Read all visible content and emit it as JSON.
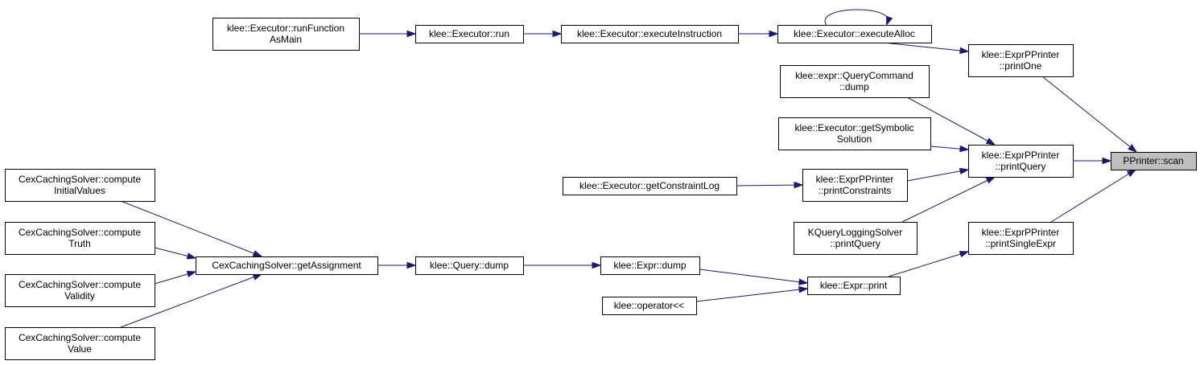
{
  "colors": {
    "edge": "#191970",
    "node_fill": "#ffffff",
    "node_stroke": "#000000",
    "highlight_fill": "#bfbfbf"
  },
  "nodes": [
    {
      "id": "runFunctionAsMain",
      "lines": [
        "klee::Executor::runFunction",
        "AsMain"
      ]
    },
    {
      "id": "run",
      "lines": [
        "klee::Executor::run"
      ]
    },
    {
      "id": "executeInstruction",
      "lines": [
        "klee::Executor::executeInstruction"
      ]
    },
    {
      "id": "executeAlloc",
      "lines": [
        "klee::Executor::executeAlloc"
      ]
    },
    {
      "id": "printOne",
      "lines": [
        "klee::ExprPPrinter",
        "::printOne"
      ]
    },
    {
      "id": "queryCommandDump",
      "lines": [
        "klee::expr::QueryCommand",
        "::dump"
      ]
    },
    {
      "id": "getSymbolicSolution",
      "lines": [
        "klee::Executor::getSymbolic",
        "Solution"
      ]
    },
    {
      "id": "printQuery",
      "lines": [
        "klee::ExprPPrinter",
        "::printQuery"
      ]
    },
    {
      "id": "scan",
      "lines": [
        "PPrinter::scan"
      ],
      "highlight": true
    },
    {
      "id": "getConstraintLog",
      "lines": [
        "klee::Executor::getConstraintLog"
      ]
    },
    {
      "id": "printConstraints",
      "lines": [
        "klee::ExprPPrinter",
        "::printConstraints"
      ]
    },
    {
      "id": "kqueryPrintQuery",
      "lines": [
        "KQueryLoggingSolver",
        "::printQuery"
      ]
    },
    {
      "id": "printSingleExpr",
      "lines": [
        "klee::ExprPPrinter",
        "::printSingleExpr"
      ]
    },
    {
      "id": "computeInitialValues",
      "lines": [
        "CexCachingSolver::compute",
        "InitialValues"
      ]
    },
    {
      "id": "computeTruth",
      "lines": [
        "CexCachingSolver::compute",
        "Truth"
      ]
    },
    {
      "id": "computeValidity",
      "lines": [
        "CexCachingSolver::compute",
        "Validity"
      ]
    },
    {
      "id": "computeValue",
      "lines": [
        "CexCachingSolver::compute",
        "Value"
      ]
    },
    {
      "id": "getAssignment",
      "lines": [
        "CexCachingSolver::getAssignment"
      ]
    },
    {
      "id": "queryDump",
      "lines": [
        "klee::Query::dump"
      ]
    },
    {
      "id": "exprDump",
      "lines": [
        "klee::Expr::dump"
      ]
    },
    {
      "id": "exprPrint",
      "lines": [
        "klee::Expr::print"
      ]
    },
    {
      "id": "operatorLtLt",
      "lines": [
        "klee::operator<<"
      ]
    }
  ],
  "edges": [
    {
      "from": "runFunctionAsMain",
      "to": "run"
    },
    {
      "from": "run",
      "to": "executeInstruction"
    },
    {
      "from": "executeInstruction",
      "to": "executeAlloc"
    },
    {
      "from": "executeAlloc",
      "to": "executeAlloc"
    },
    {
      "from": "executeAlloc",
      "to": "printOne"
    },
    {
      "from": "printOne",
      "to": "scan"
    },
    {
      "from": "queryCommandDump",
      "to": "printQuery"
    },
    {
      "from": "getSymbolicSolution",
      "to": "printQuery"
    },
    {
      "from": "printConstraints",
      "to": "printQuery"
    },
    {
      "from": "kqueryPrintQuery",
      "to": "printQuery"
    },
    {
      "from": "printQuery",
      "to": "scan"
    },
    {
      "from": "getConstraintLog",
      "to": "printConstraints"
    },
    {
      "from": "printSingleExpr",
      "to": "scan"
    },
    {
      "from": "exprPrint",
      "to": "printSingleExpr"
    },
    {
      "from": "computeInitialValues",
      "to": "getAssignment"
    },
    {
      "from": "computeTruth",
      "to": "getAssignment"
    },
    {
      "from": "computeValidity",
      "to": "getAssignment"
    },
    {
      "from": "computeValue",
      "to": "getAssignment"
    },
    {
      "from": "getAssignment",
      "to": "queryDump"
    },
    {
      "from": "queryDump",
      "to": "exprDump"
    },
    {
      "from": "exprDump",
      "to": "exprPrint"
    },
    {
      "from": "operatorLtLt",
      "to": "exprPrint"
    }
  ]
}
